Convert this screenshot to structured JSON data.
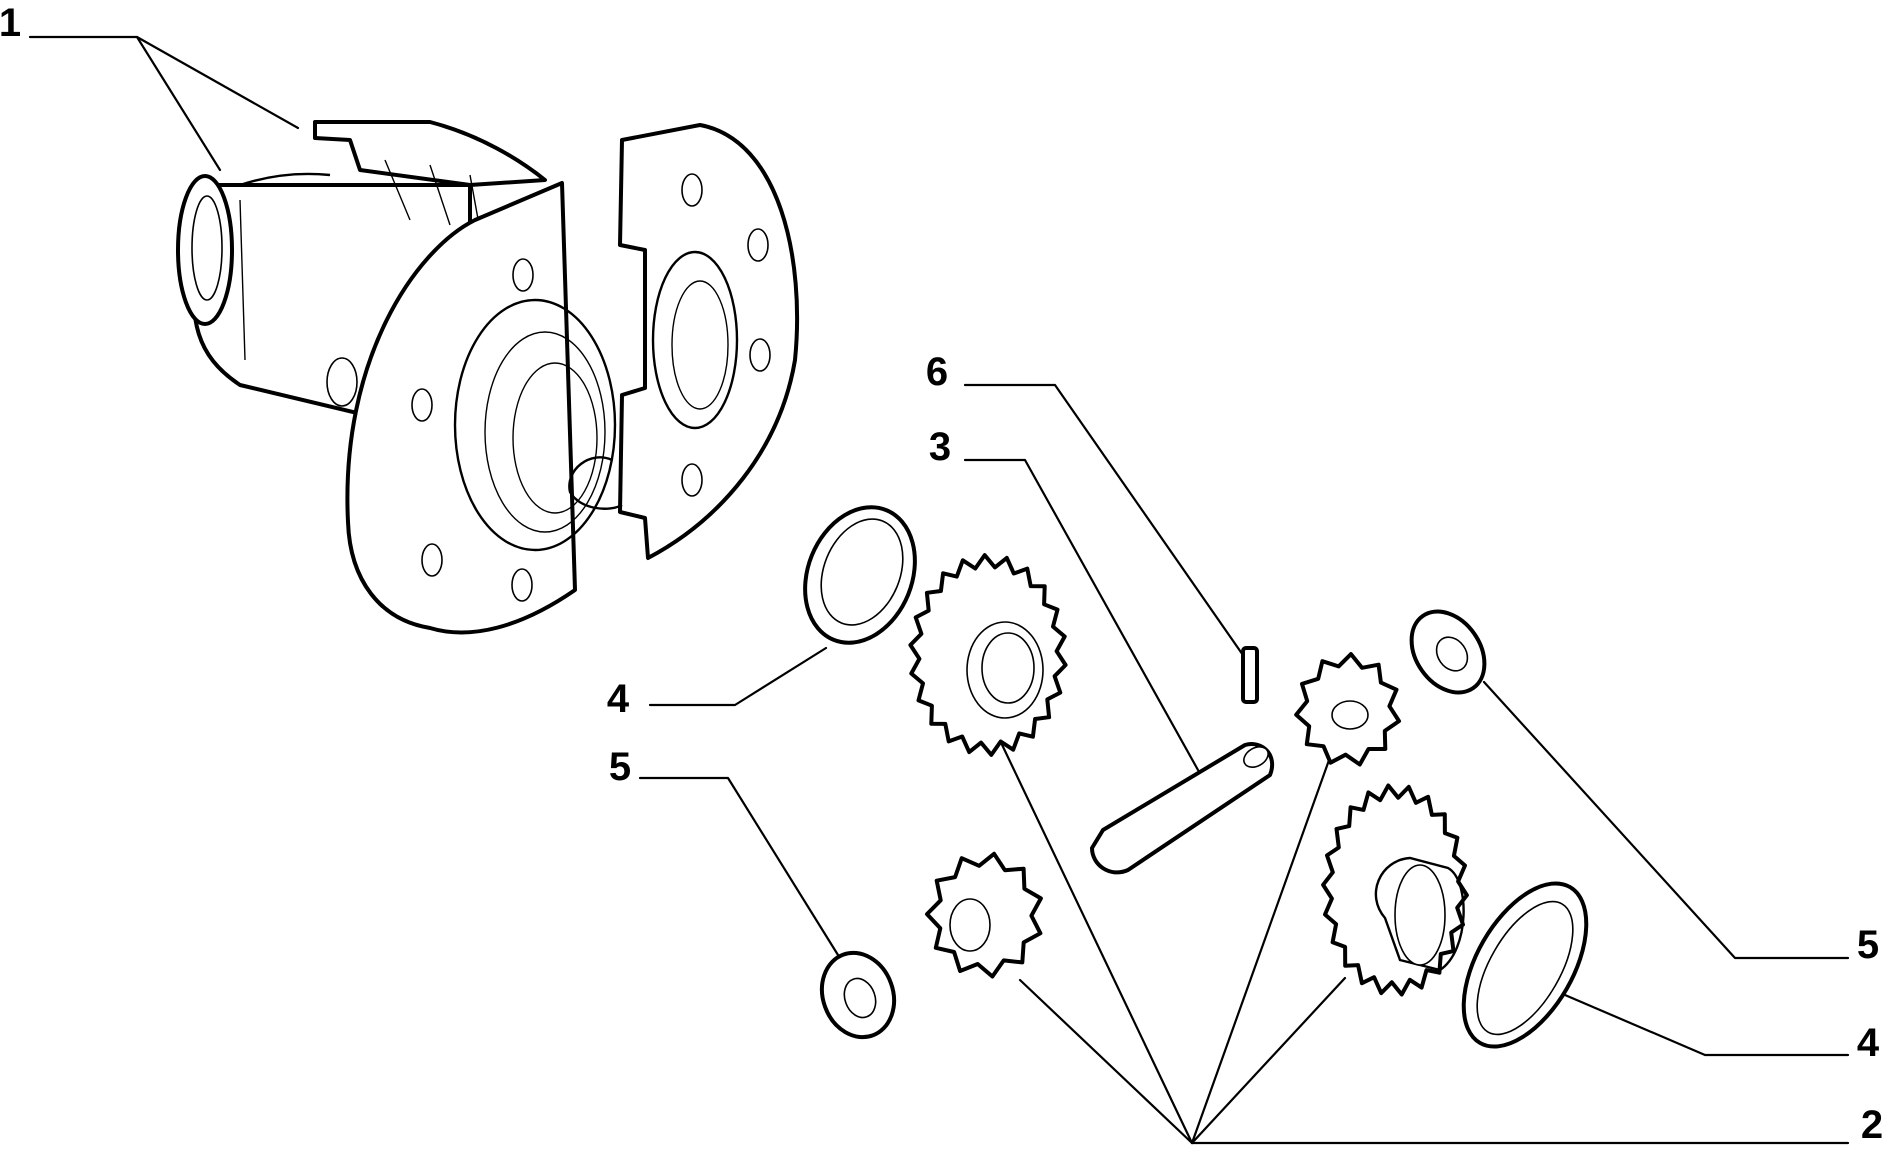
{
  "callouts": {
    "c1": "1",
    "c2": "2",
    "c3": "3",
    "c4a": "4",
    "c4b": "4",
    "c5a": "5",
    "c5b": "5",
    "c6": "6"
  },
  "colors": {
    "line": "#000000",
    "background": "#ffffff"
  }
}
